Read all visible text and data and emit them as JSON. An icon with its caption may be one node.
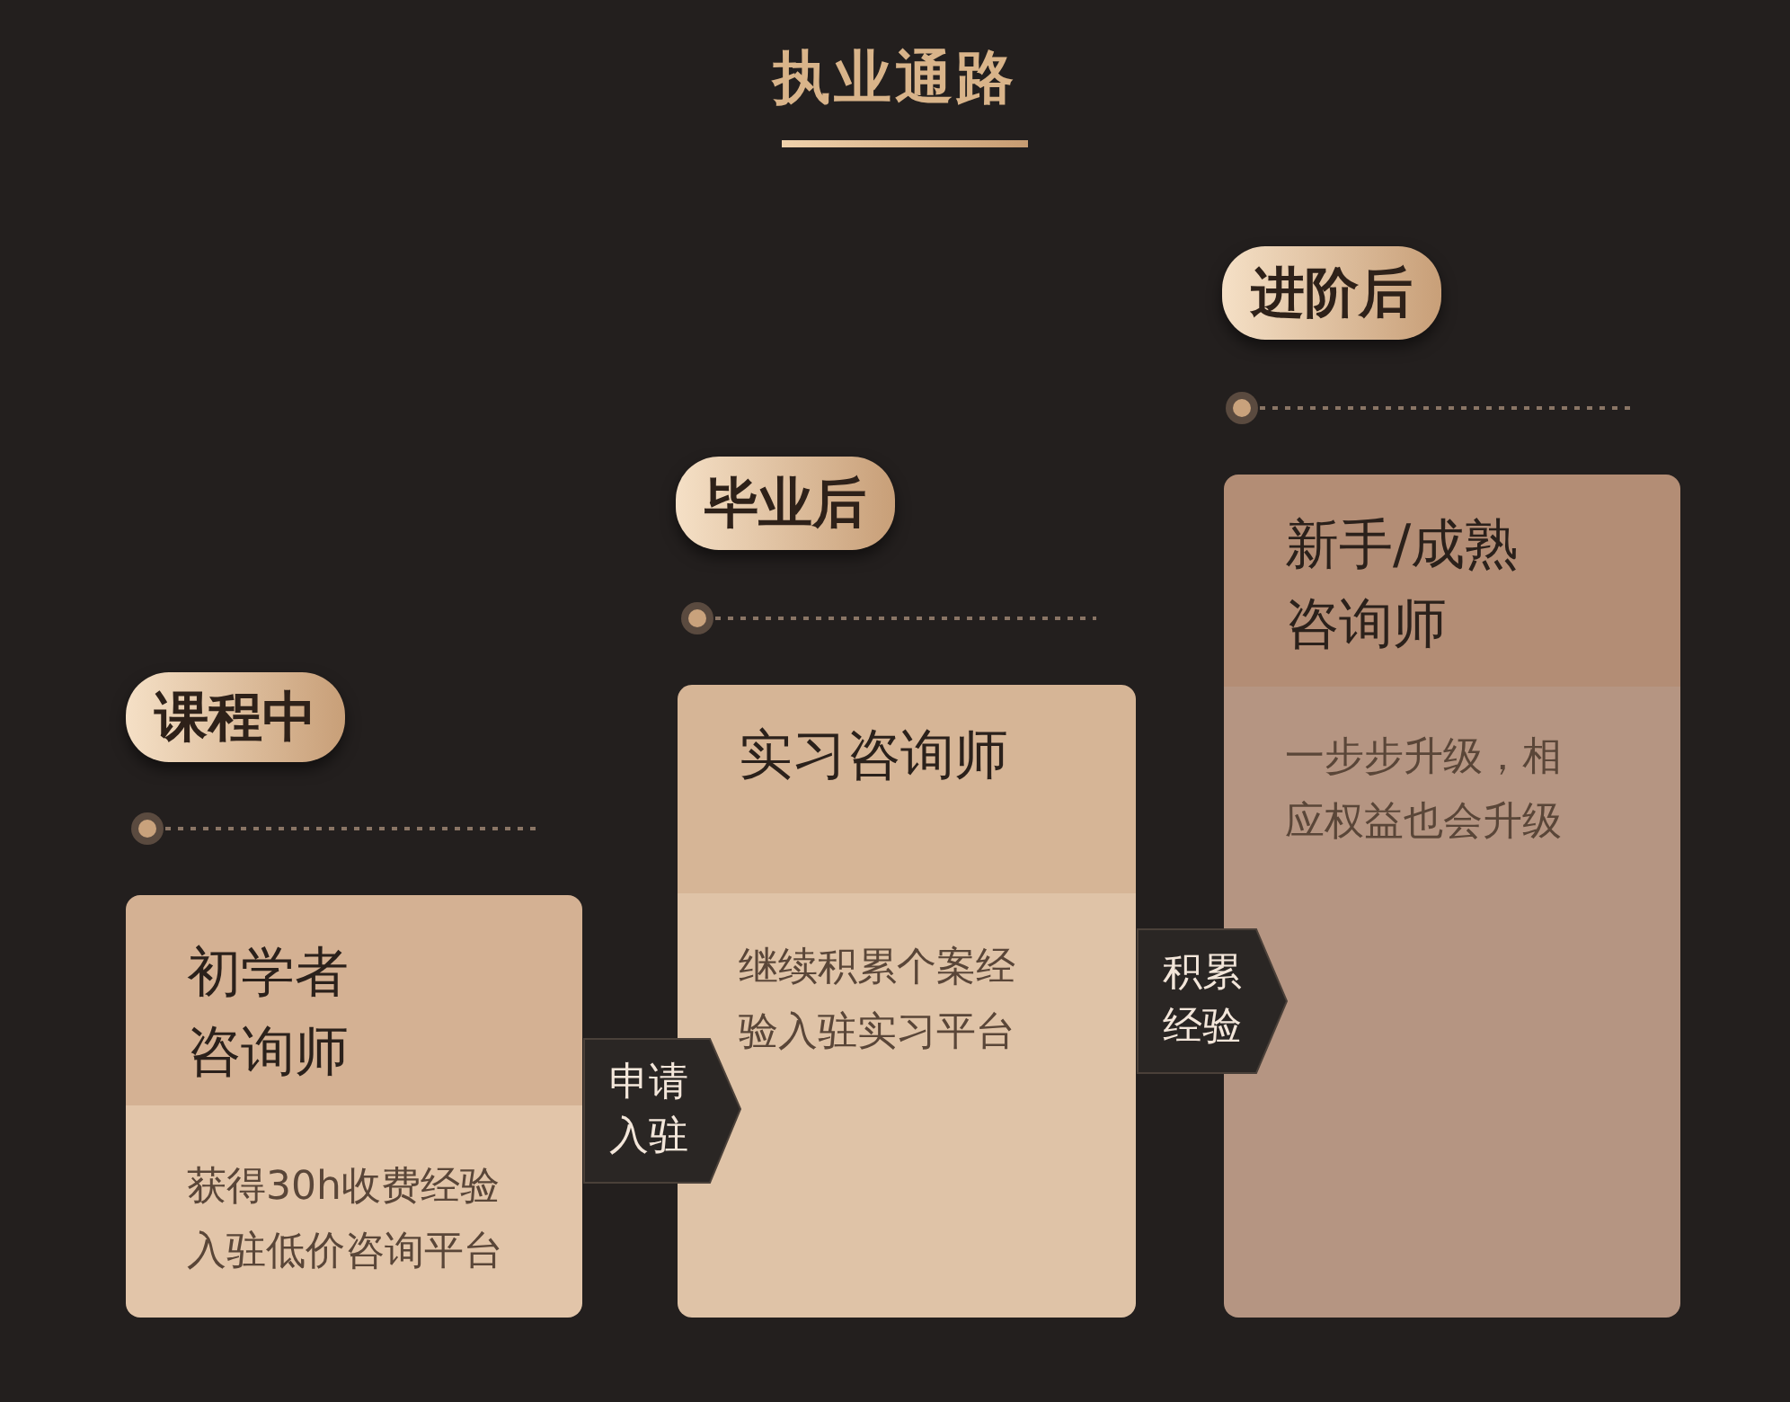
{
  "diagram": {
    "title": "执业通路",
    "nodes": [
      {
        "text": [
          "课程中"
        ]
      },
      {
        "text": [
          "初学者咨询师",
          "获得30h收费经验入驻低价咨询平台"
        ]
      },
      {
        "text": [
          "毕业后"
        ]
      },
      {
        "text": [
          "实习咨询师",
          "继续积累个案经验入驻实习平台"
        ]
      },
      {
        "text": [
          "进阶后"
        ]
      },
      {
        "text": [
          "新手/成熟咨询师",
          "一步步升级，相应权益也会升级"
        ]
      }
    ],
    "edges": [
      {
        "from": 1,
        "to": 3,
        "arrow": "to",
        "label": "申请入驻"
      },
      {
        "from": 3,
        "to": 5,
        "arrow": "to",
        "label": "积累经验"
      }
    ]
  }
}
